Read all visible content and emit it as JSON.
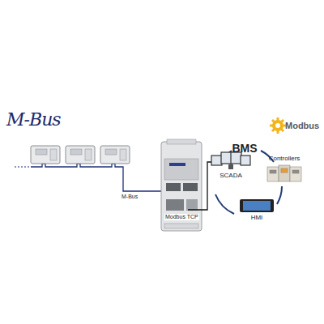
{
  "diagram": {
    "nodes": [
      {
        "text": [
          "SCADA"
        ]
      },
      {
        "text": [
          "Controllers"
        ]
      },
      {
        "text": [
          "HMI"
        ]
      }
    ],
    "labels": [
      "M-Bus",
      "Modbus",
      "BMS",
      "M-Bus",
      "Modbus TCP"
    ]
  }
}
